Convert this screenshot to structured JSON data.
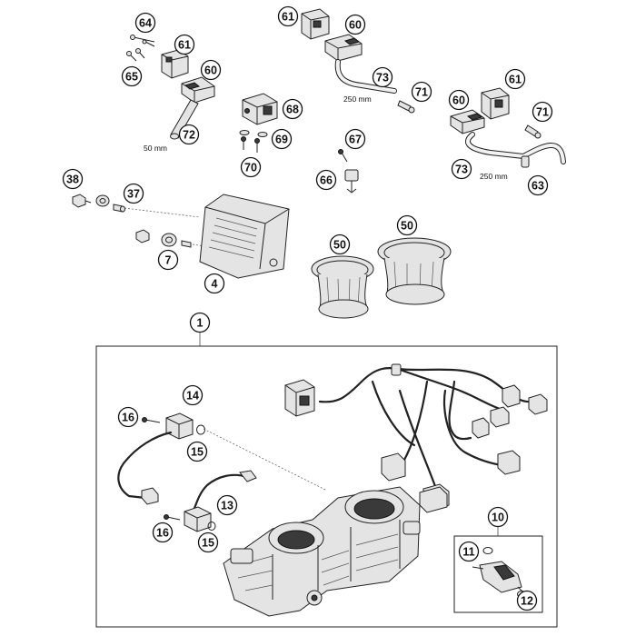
{
  "callouts": [
    {
      "id": "c64a",
      "label": "64"
    },
    {
      "id": "c61a",
      "label": "61"
    },
    {
      "id": "c60a",
      "label": "60"
    },
    {
      "id": "c65",
      "label": "65"
    },
    {
      "id": "c72",
      "label": "72"
    },
    {
      "id": "c61b",
      "label": "61"
    },
    {
      "id": "c60b",
      "label": "60"
    },
    {
      "id": "c73a",
      "label": "73"
    },
    {
      "id": "c71a",
      "label": "71"
    },
    {
      "id": "c68",
      "label": "68"
    },
    {
      "id": "c69",
      "label": "69"
    },
    {
      "id": "c70",
      "label": "70"
    },
    {
      "id": "c67",
      "label": "67"
    },
    {
      "id": "c66",
      "label": "66"
    },
    {
      "id": "c61c",
      "label": "61"
    },
    {
      "id": "c60c",
      "label": "60"
    },
    {
      "id": "c71b",
      "label": "71"
    },
    {
      "id": "c73b",
      "label": "73"
    },
    {
      "id": "c63",
      "label": "63"
    },
    {
      "id": "c38",
      "label": "38"
    },
    {
      "id": "c37",
      "label": "37"
    },
    {
      "id": "c7",
      "label": "7"
    },
    {
      "id": "c4",
      "label": "4"
    },
    {
      "id": "c50a",
      "label": "50"
    },
    {
      "id": "c50b",
      "label": "50"
    },
    {
      "id": "c1",
      "label": "1"
    },
    {
      "id": "c14",
      "label": "14"
    },
    {
      "id": "c16a",
      "label": "16"
    },
    {
      "id": "c15a",
      "label": "15"
    },
    {
      "id": "c13",
      "label": "13"
    },
    {
      "id": "c16b",
      "label": "16"
    },
    {
      "id": "c15b",
      "label": "15"
    },
    {
      "id": "c10",
      "label": "10"
    },
    {
      "id": "c11",
      "label": "11"
    },
    {
      "id": "c12",
      "label": "12"
    }
  ],
  "dimensions": {
    "hose_short": "50 mm",
    "hose_long_a": "250 mm",
    "hose_long_b": "250 mm"
  }
}
